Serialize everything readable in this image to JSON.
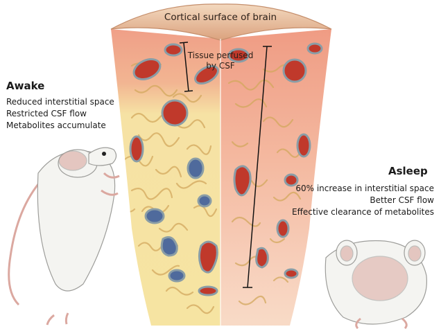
{
  "colors": {
    "surface": "#e8bf9c",
    "surface_edge": "#c48d6a",
    "perfused_tissue": "#ef9f86",
    "interstitial_awake": "#f6e4a2",
    "interstitial_asleep": "#f9d8c6",
    "vessel_red": "#c0392b",
    "vessel_wall": "#8a9da6",
    "vessel_blue": "#4f6a9c",
    "mouse_fur": "#f4f4f1",
    "mouse_pink": "#dba8a0"
  },
  "labels": {
    "cortical_surface": "Cortical surface of brain",
    "perfused": [
      "Tissue perfused",
      "by CSF"
    ]
  },
  "awake": {
    "title": "Awake",
    "lines": [
      "Reduced interstitial space",
      "Restricted CSF flow",
      "Metabolites accumulate"
    ]
  },
  "asleep": {
    "title": "Asleep",
    "lines": [
      "60% increase in interstitial space",
      "Better CSF flow",
      "Effective clearance of metabolites"
    ]
  }
}
